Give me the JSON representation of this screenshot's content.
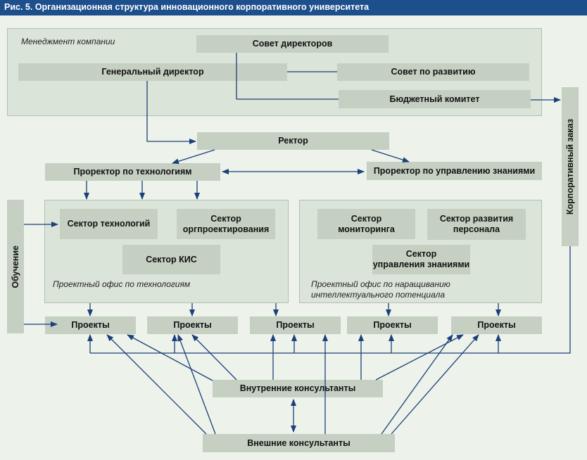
{
  "title": "Рис. 5. Организационная структура инновационного корпоративного университета",
  "management": {
    "label": "Менеджмент компании",
    "board": "Совет директоров",
    "ceo": "Генеральный директор",
    "dev_council": "Совет по развитию",
    "budget_committee": "Бюджетный комитет"
  },
  "rector": "Ректор",
  "vice_tech": "Проректор по технологиям",
  "vice_knowledge": "Проректор по управлению знаниями",
  "tech_office": {
    "label": "Проектный офис по технологиям",
    "sector_tech": "Сектор технологий",
    "sector_org": "Сектор\nоргпроектирования",
    "sector_kis": "Сектор КИС"
  },
  "intel_office": {
    "label": "Проектный офис по наращиванию\nинтеллектуального потенциала",
    "sector_monitoring": "Сектор\nмониторинга",
    "sector_personnel": "Сектор развития\nперсонала",
    "sector_knowledge": "Сектор\nуправления знаниями"
  },
  "training": "Обучение",
  "corporate_order": "Корпоративный заказ",
  "projects": [
    "Проекты",
    "Проекты",
    "Проекты",
    "Проекты",
    "Проекты"
  ],
  "internal_consultants": "Внутренние консультанты",
  "external_consultants": "Внешние консультанты",
  "colors": {
    "title_bar": "#1d4f8c",
    "arrow": "#1b3f7a",
    "box": "#c5cfc2",
    "panel": "#dbe4d8",
    "background": "#edf2ea"
  }
}
